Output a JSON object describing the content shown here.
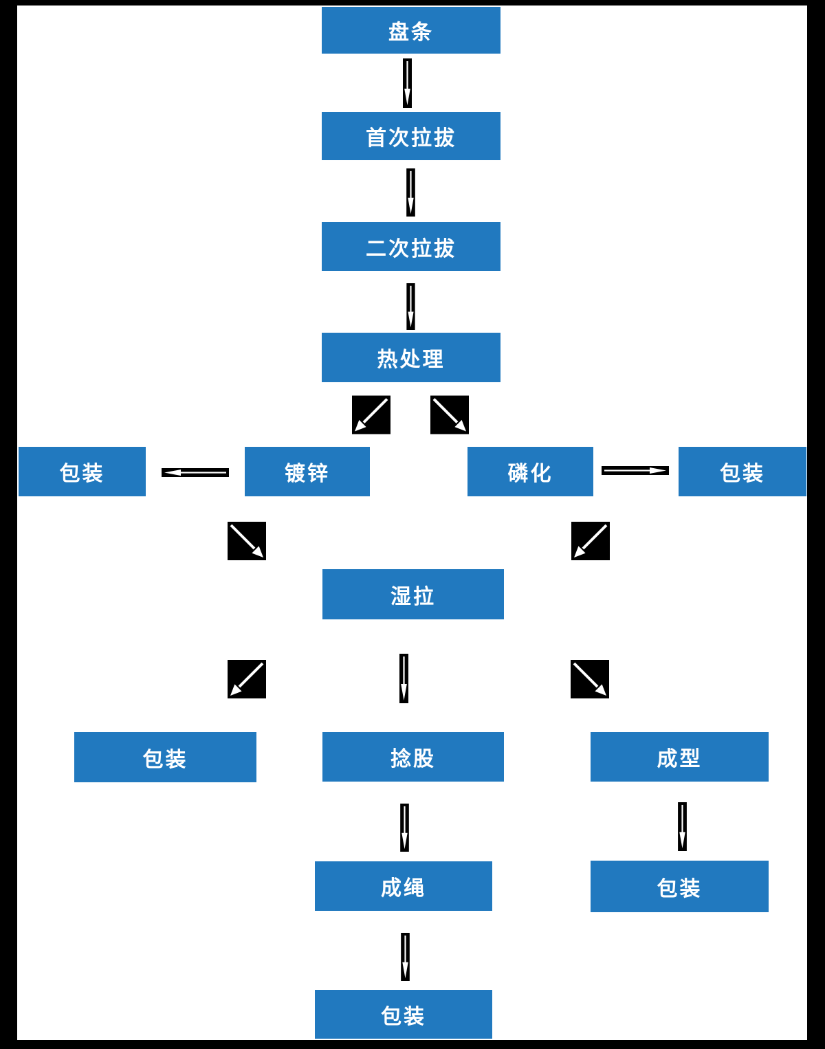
{
  "flowchart": {
    "nodes": {
      "wire_rod": "盘条",
      "first_drawing": "首次拉拔",
      "second_drawing": "二次拉拔",
      "heat_treatment": "热处理",
      "packaging_after_galvanizing": "包装",
      "galvanizing": "镀锌",
      "phosphating": "磷化",
      "packaging_after_phosphating": "包装",
      "wet_drawing": "湿拉",
      "packaging_after_wet_drawing": "包装",
      "stranding": "捻股",
      "forming": "成型",
      "rope_closing": "成绳",
      "packaging_after_forming": "包装",
      "packaging_final": "包装"
    },
    "icons": {
      "down_arrow": "↓",
      "left_arrow": "←",
      "right_arrow": "→",
      "down_left_arrow": "↙",
      "down_right_arrow": "↘"
    },
    "colors": {
      "node_fill": "#2179BF",
      "node_text": "#FFFFFF",
      "arrow_fill": "#000000",
      "arrow_glyph": "#FFFFFF",
      "frame": "#000000",
      "background": "#FFFFFF"
    }
  }
}
